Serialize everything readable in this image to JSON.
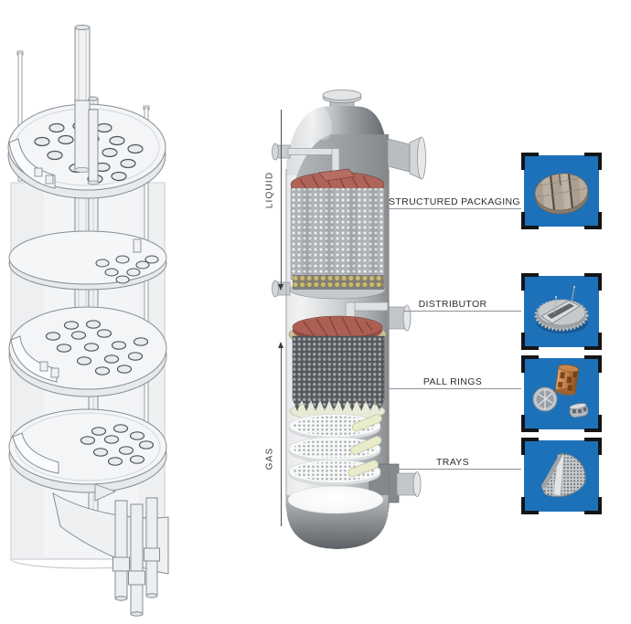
{
  "flow_arrows": {
    "liquid": "LIQUID",
    "gas": "GAS"
  },
  "annotations": [
    {
      "label": "STRUCTURED PACKAGING"
    },
    {
      "label": "DISTRIBUTOR"
    },
    {
      "label": "PALL RINGS"
    },
    {
      "label": "TRAYS"
    }
  ],
  "thumbnails": [
    {
      "name": "structured-packaging-photo"
    },
    {
      "name": "distributor-photo"
    },
    {
      "name": "pall-rings-photo"
    },
    {
      "name": "trays-photo"
    }
  ],
  "colors": {
    "thumbnail_blue": "#1d71b8",
    "crop_mark_black": "#151515",
    "leader_line_gray": "#8d9196",
    "label_text": "#2d2d2d",
    "packing_red": "#a95f54",
    "support_tan": "#cdc39b",
    "gold_beads": "#c9b878",
    "downcomer_cream": "#e9ebc9",
    "vessel_light_gray": "#d3d5d7",
    "vessel_dark_gray": "#6e7276"
  }
}
